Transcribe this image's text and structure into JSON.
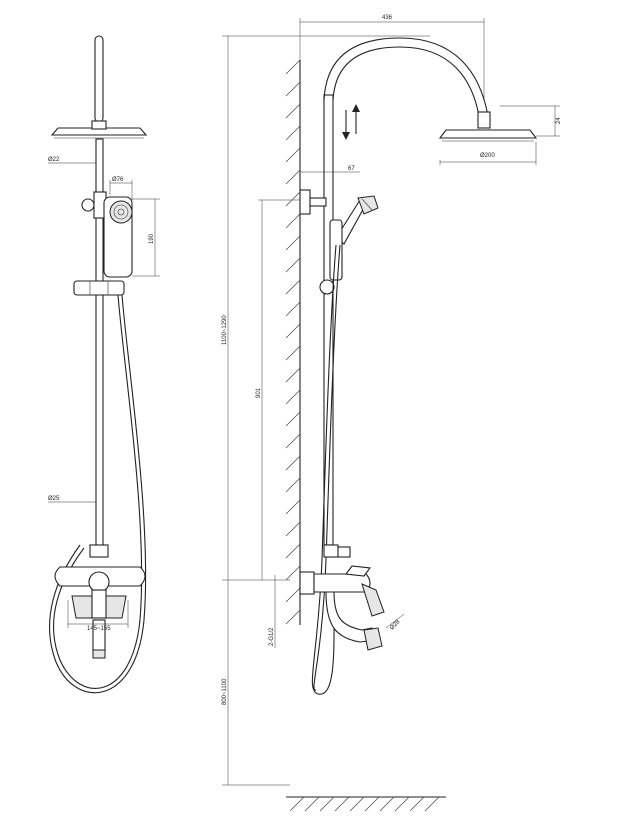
{
  "dimensions": {
    "width_top": "436",
    "head_height": "24",
    "head_diameter": "Ø200",
    "wall_offset": "67",
    "pipe_diameter_top": "Ø22",
    "handshower_diameter": "Ø76",
    "handshower_length": "190",
    "pipe_diameter_lower": "Ø25",
    "height_range_total": "1100~1290",
    "height_mid": "901",
    "height_floor": "800~1100",
    "thread": "2-G1/2",
    "spout_diameter": "Ø28",
    "mixer_width": "145~155"
  }
}
